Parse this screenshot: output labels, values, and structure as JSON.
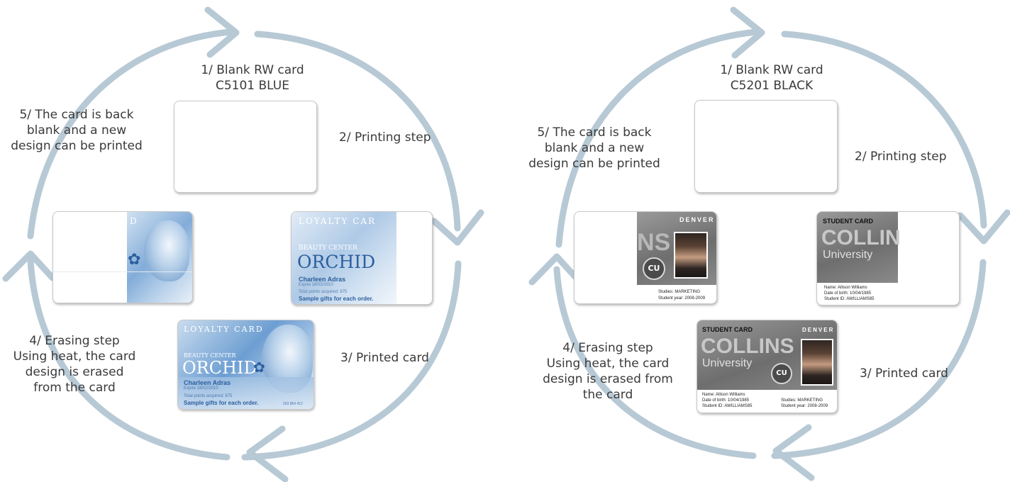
{
  "colors": {
    "cycle_arrow": "#b7c9d5",
    "text": "#3a3a3a",
    "blue_card_accent": "#2c5f9e",
    "student_card_gray": "#7a7a7a"
  },
  "diagrams": [
    {
      "id": "blue",
      "step1": [
        "1/ Blank RW card",
        "C5101 BLUE"
      ],
      "step2": "2/ Printing step",
      "step3": "3/ Printed card",
      "step4": [
        "4/ Erasing step",
        "Using heat, the card",
        "design is erased",
        "from the card"
      ],
      "step5": [
        "5/ The card is back",
        "blank and a new",
        "design can be printed"
      ],
      "printed_card": {
        "header": "LOYALTY CARD",
        "subtitle": "BEAUTY CENTER",
        "brand": "ORCHID",
        "name": "Charleen Adras",
        "expire": "Expire 18/02/2010",
        "points": "Total points acquired: 875",
        "footer": "Sample gifts for each order.",
        "number": "003 864 412"
      },
      "erasing_card_letter": "D",
      "printing_card": {
        "header": "LOYALTY CAR",
        "subtitle": "BEAUTY CENTER",
        "brand": "ORCHID"
      }
    },
    {
      "id": "black",
      "step1": [
        "1/ Blank RW card",
        "C5201 BLACK"
      ],
      "step2": "2/ Printing step",
      "step3": "3/ Printed card",
      "step4": [
        "4/ Erasing step",
        "Using heat, the card",
        "design is erased from",
        "the card"
      ],
      "step5": [
        "5/ The card is back",
        "blank and a new",
        "design can be printed"
      ],
      "printed_card": {
        "header": "STUDENT CARD",
        "city": "DENVER",
        "school": "COLLINS",
        "university": "University",
        "seal": "CU",
        "name": "Name: Allison Williams",
        "dob": "Date of birth: 10/04/1985",
        "student_id": "Student ID: AWILLIAMS85",
        "studies": "Studies: MARKETING",
        "year": "Student year: 2008-2009"
      },
      "printing_card": {
        "header": "STUDENT CARD",
        "school": "COLLIN",
        "university": "University",
        "name": "Name: Allison Williams",
        "dob": "Date of birth: 10/04/1985",
        "student_id": "Student ID: AWILLIAMS85"
      },
      "erasing_card": {
        "city": "DENVER",
        "school": "NS",
        "seal": "CU",
        "studies": "Studies: MARKETING",
        "year": "Student year: 2008-2009"
      }
    }
  ]
}
